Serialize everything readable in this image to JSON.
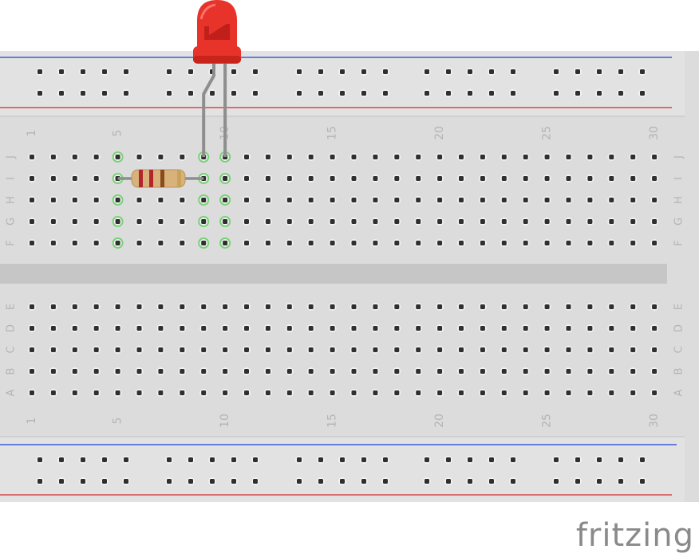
{
  "breadboard": {
    "columns": 30,
    "column_labels_top": [
      "1",
      "5",
      "10",
      "15",
      "20",
      "25",
      "30"
    ],
    "column_labels_bottom": [
      "1",
      "5",
      "10",
      "15",
      "20",
      "25",
      "30"
    ],
    "row_labels_upper": [
      "J",
      "I",
      "H",
      "G",
      "F"
    ],
    "row_labels_lower": [
      "E",
      "D",
      "C",
      "B",
      "A"
    ],
    "rail_groups": 5,
    "rail_holes_per_group": 5,
    "highlighted_columns": [
      5,
      9,
      10
    ],
    "colors": {
      "board": "#dcdcdc",
      "hole": "#2f2f2f",
      "hole_ring": "#f2f2f2",
      "highlight": "#5fcf5f",
      "rail_blue": "#1f3fd6",
      "rail_red": "#d62a2a",
      "label": "#b4b4b4",
      "trench": "#c6c6c6"
    }
  },
  "components": {
    "led": {
      "color_name": "red",
      "color": "#e8332a",
      "anode_column": 10,
      "cathode_column": 9,
      "row": "J"
    },
    "resistor": {
      "body_color": "#d8b27a",
      "bands": [
        "#b2262b",
        "#b2262b",
        "#8a4a1c",
        "#c7a35a"
      ],
      "from_column": 5,
      "to_column": 9,
      "row": "I"
    }
  },
  "footer": {
    "logo_text": "fritzing"
  }
}
